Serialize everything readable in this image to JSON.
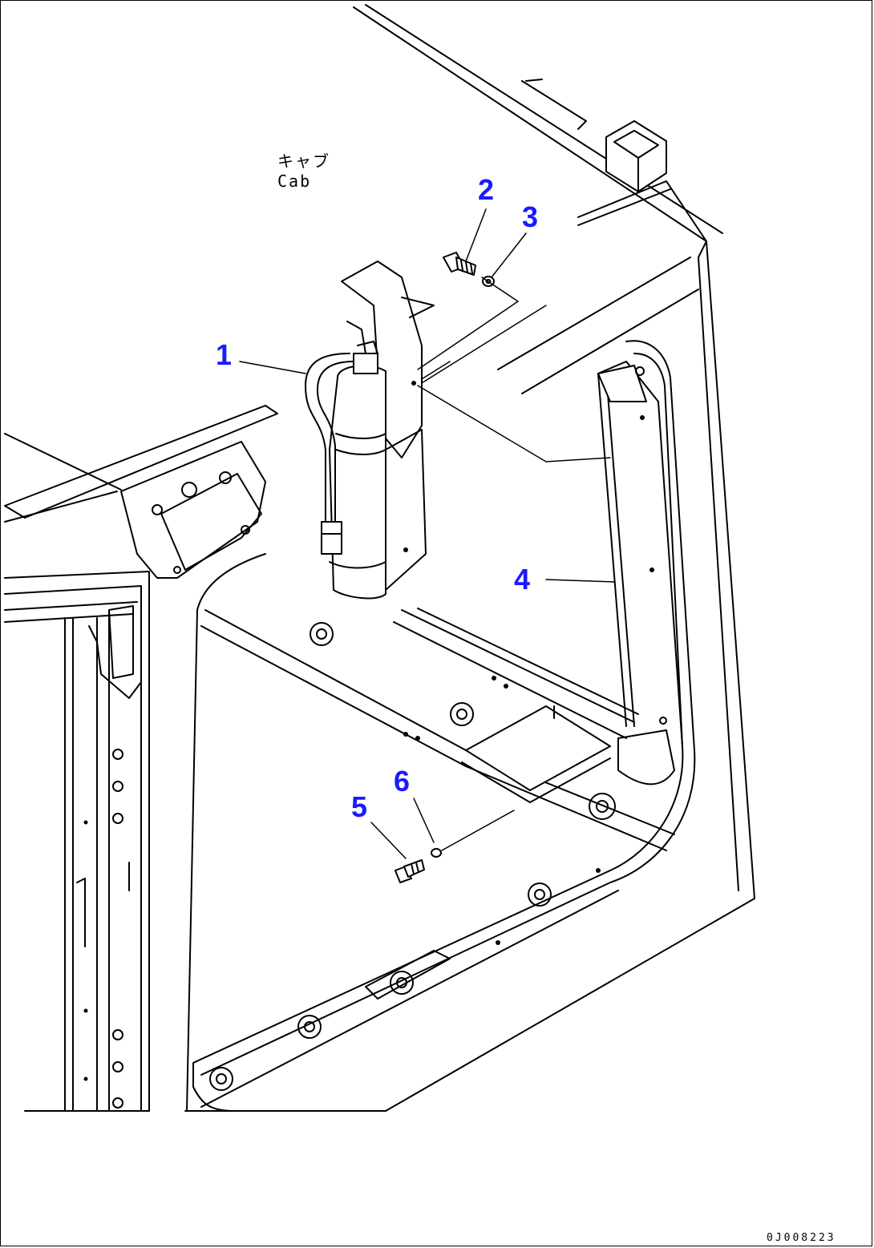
{
  "labels": {
    "cab_jp": "キャブ",
    "cab_en": "Cab",
    "drawing_id": "0J008223"
  },
  "callouts": [
    {
      "id": "1",
      "part": "part-1"
    },
    {
      "id": "2",
      "part": "part-2"
    },
    {
      "id": "3",
      "part": "part-3"
    },
    {
      "id": "4",
      "part": "part-4"
    },
    {
      "id": "5",
      "part": "part-5"
    },
    {
      "id": "6",
      "part": "part-6"
    }
  ],
  "colors": {
    "callout": "#1a1aff",
    "line": "#000000",
    "background": "#ffffff"
  }
}
